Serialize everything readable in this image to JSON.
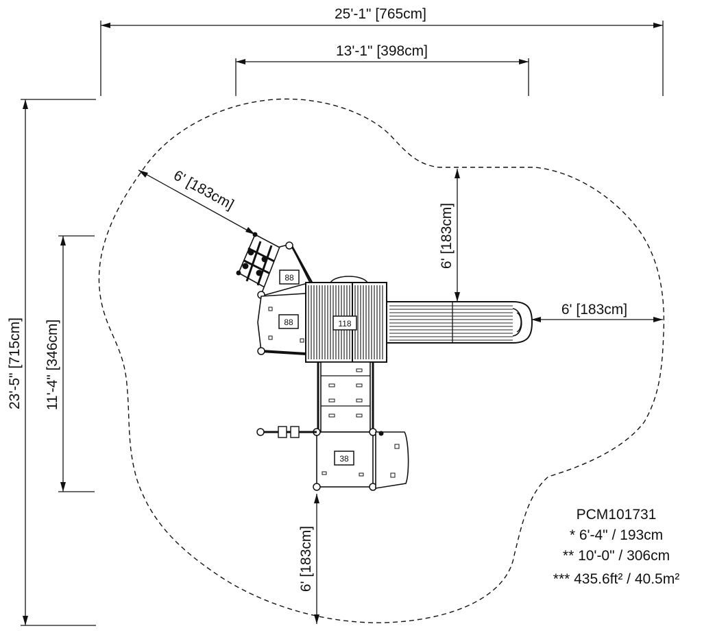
{
  "dimensions": {
    "overall_width": "25'-1\" [765cm]",
    "structure_width": "13'-1\" [398cm]",
    "overall_depth": "23'-5\" [715cm]",
    "structure_depth": "11'-4\" [346cm]",
    "clearance_diagonal": "6' [183cm]",
    "clearance_top": "6' [183cm]",
    "clearance_right": "6' [183cm]",
    "clearance_bottom": "6' [183cm]"
  },
  "deck_labels": {
    "tower_upper": "88",
    "tower_lower": "88",
    "center_deck": "118",
    "lower_deck": "38"
  },
  "spec": {
    "model": "PCM101731",
    "line1": "* 6'-4\" / 193cm",
    "line2": "** 10'-0\" / 306cm",
    "line3": "*** 435.6ft² / 40.5m²"
  }
}
